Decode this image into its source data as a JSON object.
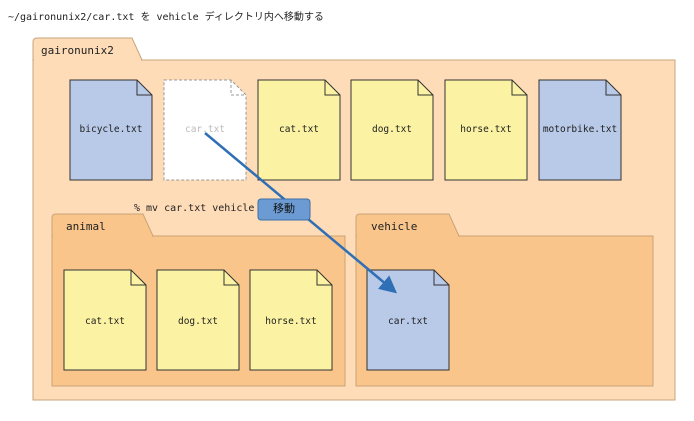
{
  "title": "~/gaironunix2/car.txt を vehicle ディレクトリ内へ移動する",
  "root_folder": {
    "name": "gaironunix2",
    "files": [
      {
        "name": "bicycle.txt",
        "color": "#b9c9e8"
      },
      {
        "name": "car.txt",
        "color": "#ffffff",
        "ghost": true
      },
      {
        "name": "cat.txt",
        "color": "#fbf3a3"
      },
      {
        "name": "dog.txt",
        "color": "#fbf3a3"
      },
      {
        "name": "horse.txt",
        "color": "#fbf3a3"
      },
      {
        "name": "motorbike.txt",
        "color": "#b9c9e8"
      }
    ]
  },
  "animal_folder": {
    "name": "animal",
    "files": [
      "cat.txt",
      "dog.txt",
      "horse.txt"
    ]
  },
  "vehicle_folder": {
    "name": "vehicle",
    "files": [
      "car.txt"
    ]
  },
  "command": "% mv car.txt vehicle",
  "move_label": "移動",
  "colors": {
    "outer_folder": "#fddcb7",
    "inner_folder": "#f9c58a",
    "folder_border": "#c9a47a",
    "yellow_file": "#fbf3a3",
    "blue_file": "#b9c9e8",
    "arrow": "#2e6fb6",
    "label_bg": "#6b9bd2"
  }
}
